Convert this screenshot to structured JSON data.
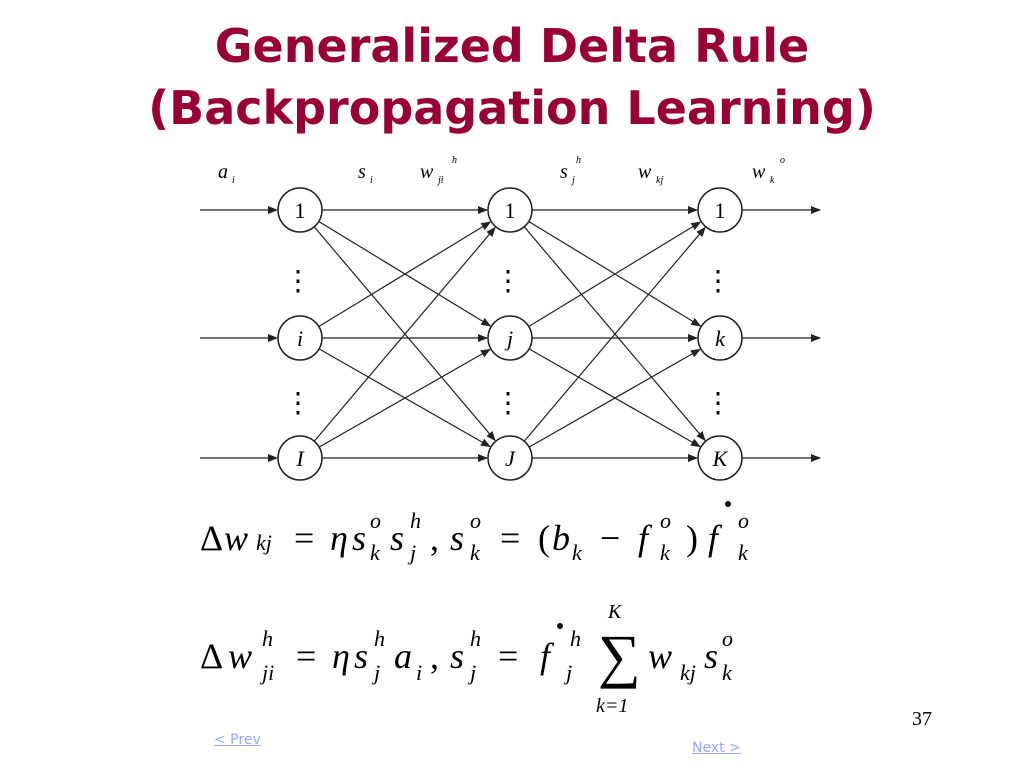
{
  "slide": {
    "title_line1": "Generalized Delta Rule",
    "title_line2": "(Backpropagation Learning)",
    "page_number": "37",
    "prev_label": "< Prev",
    "next_label": "Next >",
    "accent_color": "#990033",
    "link_color": "#9aa6ff"
  },
  "diagram": {
    "top_labels": {
      "a": "a",
      "a_sub": "i",
      "s": "s",
      "s_sub": "i",
      "w1": "w",
      "w1_sub": "ji",
      "w1_sup": "h",
      "sh": "s",
      "sh_sub": "j",
      "sh_sup": "h",
      "w2": "w",
      "w2_sub": "kj",
      "wo": "w",
      "wo_sub": "k",
      "wo_sup": "o"
    },
    "input_nodes": [
      "1",
      "i",
      "I"
    ],
    "hidden_nodes": [
      "1",
      "j",
      "J"
    ],
    "output_nodes": [
      "1",
      "k",
      "K"
    ],
    "ellipsis": "⋮"
  },
  "equations": {
    "eq1": {
      "delta": "Δ",
      "w": "w",
      "kj": "kj",
      "eq": "=",
      "eta": "η",
      "s": "s",
      "o": "o",
      "k": "k",
      "h": "h",
      "j": "j",
      "comma": ",",
      "lparen": "(",
      "b": "b",
      "minus": "−",
      "f": "f",
      "rparen": ")"
    },
    "eq2": {
      "delta": "Δ",
      "w": "w",
      "h": "h",
      "ji": "ji",
      "eq": "=",
      "eta": "η",
      "s": "s",
      "j": "j",
      "a": "a",
      "i": "i",
      "comma": ",",
      "f": "f",
      "sum": "∑",
      "upper": "K",
      "lower": "k=1",
      "kj": "kj",
      "o": "o",
      "k": "k"
    }
  }
}
